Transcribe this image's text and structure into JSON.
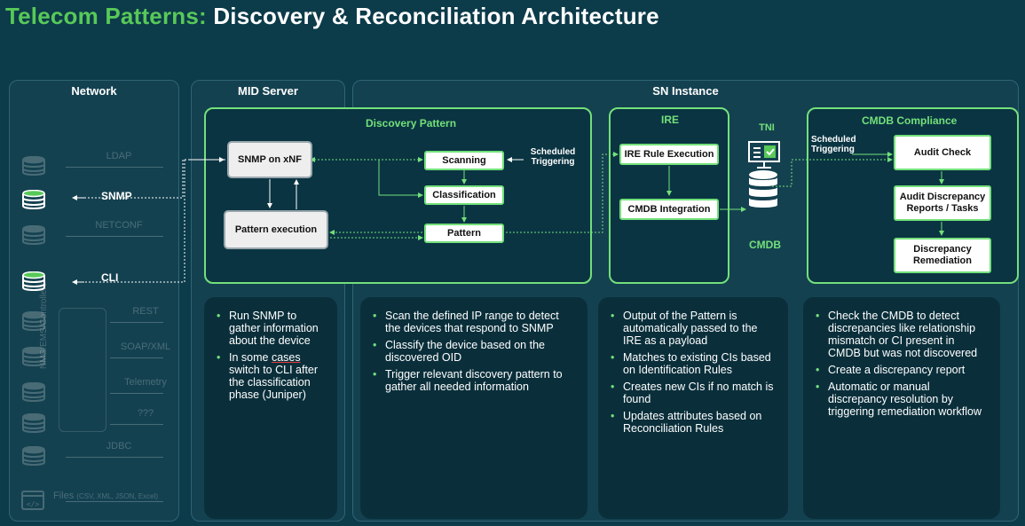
{
  "title": {
    "accent": "Telecom Patterns:",
    "rest": "Discovery & Reconciliation Architecture"
  },
  "panels": {
    "network": "Network",
    "mid_server": "MID Server",
    "sn_instance": "SN Instance"
  },
  "network_items": [
    {
      "label": "LDAP"
    },
    {
      "label": "SNMP"
    },
    {
      "label": "NETCONF"
    },
    {
      "label": "CLI"
    },
    {
      "label": "REST"
    },
    {
      "label": "SOAP/XML"
    },
    {
      "label": "Telemetry"
    },
    {
      "label": "???"
    },
    {
      "label": "JDBC"
    },
    {
      "label": "Files",
      "sub": "(CSV, XML, JSON, Excel)"
    }
  ],
  "network_vertical_label": "NMS/EMS/Controllers",
  "discovery_pattern": {
    "title": "Discovery Pattern",
    "snmp_node": "SNMP on xNF",
    "pattern_exec_node": "Pattern execution",
    "scanning_node": "Scanning",
    "classification_node": "Classification",
    "pattern_node": "Pattern",
    "scheduled_label": "Scheduled Triggering"
  },
  "ire": {
    "title": "IRE",
    "rule_node": "IRE Rule Execution",
    "integration_node": "CMDB Integration"
  },
  "tni_label": "TNI",
  "cmdb_label": "CMDB",
  "compliance": {
    "title": "CMDB Compliance",
    "scheduled_label": "Scheduled Triggering",
    "audit_node": "Audit Check",
    "reports_node": "Audit Discrepancy Reports / Tasks",
    "remediation_node": "Discrepancy Remediation"
  },
  "bullets_mid": {
    "b1": "Run SNMP to gather information about the device",
    "b2_pre": "In some ",
    "b2_under": "cases",
    "b2_post": " switch to CLI after the classification phase (Juniper)"
  },
  "bullets_discovery": [
    "Scan the defined IP range to detect the devices that respond to SNMP",
    "Classify the device based on the discovered OID",
    "Trigger relevant discovery pattern to gather all needed information"
  ],
  "bullets_ire": [
    "Output of the Pattern is automatically passed to the IRE as a payload",
    "Matches to existing CIs based on Identification Rules",
    "Creates new CIs if no match is found",
    "Updates attributes based on Reconciliation Rules"
  ],
  "bullets_compliance": [
    "Check the CMDB to detect discrepancies like relationship mismatch or CI present in CMDB but was not discovered",
    "Create a discrepancy report",
    "Automatic or manual discrepancy resolution by triggering remediation workflow"
  ],
  "colors": {
    "accent": "#58c958",
    "box_border": "#73e07a",
    "background": "#0c3b4a"
  },
  "icons": {
    "db": "database-icon",
    "tni": "monitor-check-icon",
    "files": "code-file-icon"
  }
}
